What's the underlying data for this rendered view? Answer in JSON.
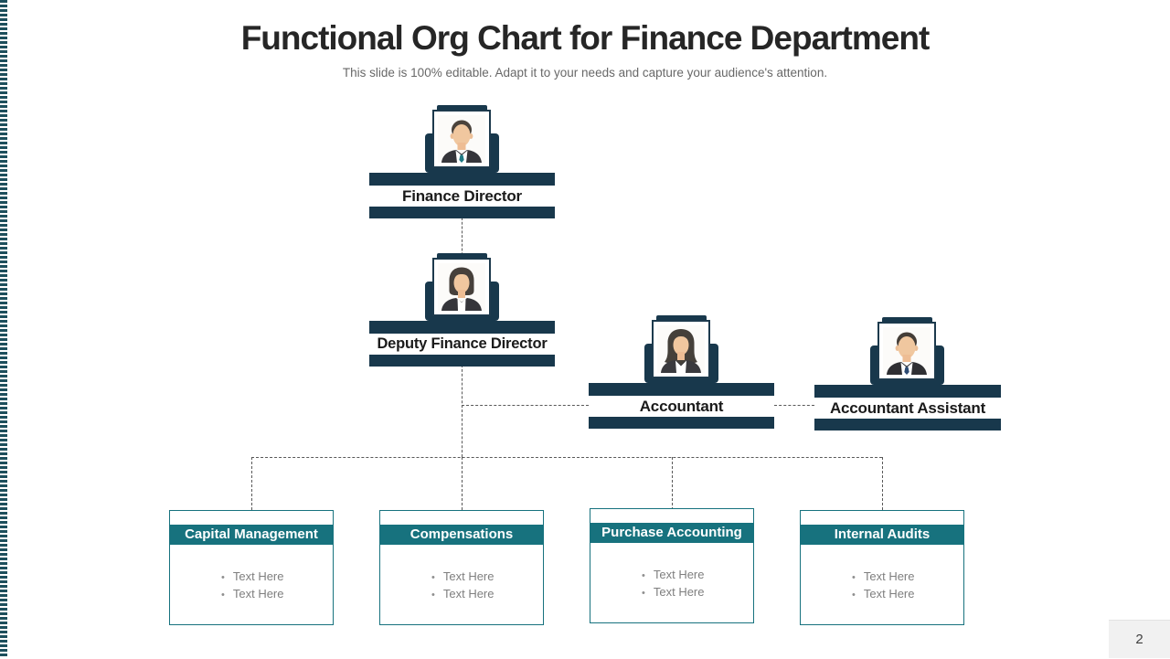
{
  "slide": {
    "title": "Functional Org Chart for Finance Department",
    "subtitle": "This slide is 100% editable. Adapt it to your needs and capture your audience's attention.",
    "page_number": "2"
  },
  "org_chart": {
    "nodes": [
      {
        "id": "finance-director",
        "label": "Finance Director",
        "avatar": "male-avatar-icon"
      },
      {
        "id": "deputy-finance-director",
        "label": "Deputy Finance Director",
        "avatar": "female-avatar-icon"
      },
      {
        "id": "accountant",
        "label": "Accountant",
        "avatar": "female-avatar-icon"
      },
      {
        "id": "accountant-assistant",
        "label": "Accountant Assistant",
        "avatar": "male-avatar-icon"
      }
    ],
    "departments": [
      {
        "title": "Capital Management",
        "bullets": [
          "Text Here",
          "Text Here"
        ]
      },
      {
        "title": "Compensations",
        "bullets": [
          "Text Here",
          "Text Here"
        ]
      },
      {
        "title": "Purchase Accounting",
        "bullets": [
          "Text Here",
          "Text Here"
        ]
      },
      {
        "title": "Internal Audits",
        "bullets": [
          "Text Here",
          "Text Here"
        ]
      }
    ]
  },
  "colors": {
    "navy": "#18384c",
    "teal_header": "#17727e",
    "stripe": "#1d4f5c",
    "connector": "#595959",
    "title_text": "#262626",
    "subtitle_text": "#686868",
    "bullet_text": "#7f7f7f"
  }
}
